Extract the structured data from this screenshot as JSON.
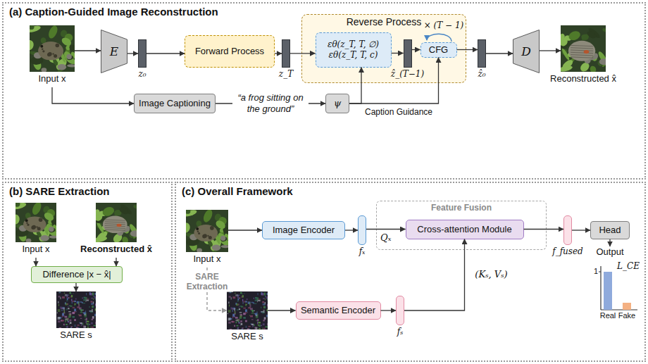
{
  "diagram": {
    "nodes": [
      {
        "text": [
          "(a) Caption-Guided Image Reconstruction"
        ]
      },
      {
        "text": [
          "Input x"
        ],
        "in": 0
      },
      {
        "text": [
          "E"
        ],
        "in": 0
      },
      {
        "text": [
          "z₀"
        ],
        "in": 0
      },
      {
        "text": [
          "Forward Process"
        ],
        "in": 0
      },
      {
        "text": [
          "z_T"
        ],
        "in": 0
      },
      {
        "text": [
          "Reverse Process"
        ],
        "in": 0
      },
      {
        "text": [
          "εθ(z_T, T, ∅)",
          "εθ(z_T, T, c)"
        ],
        "in": 6
      },
      {
        "text": [
          "ẑ_(T−1)"
        ],
        "in": 6
      },
      {
        "text": [
          "CFG"
        ],
        "in": 6
      },
      {
        "text": [
          "ẑ₀"
        ],
        "in": 0
      },
      {
        "text": [
          "D"
        ],
        "in": 0
      },
      {
        "text": [
          "Reconstructed x̂"
        ],
        "in": 0
      },
      {
        "text": [
          "Image Captioning"
        ],
        "in": 0
      },
      {
        "text": [
          "ψ"
        ],
        "in": 0
      },
      {
        "text": [
          "(b) SARE Extraction"
        ]
      },
      {
        "text": [
          "Input x"
        ],
        "in": 15
      },
      {
        "text": [
          "Reconstructed x̂"
        ],
        "in": 15
      },
      {
        "text": [
          "Difference |x − x̂|"
        ],
        "in": 15
      },
      {
        "text": [
          "SARE s"
        ],
        "in": 15
      },
      {
        "text": [
          "(c) Overall Framework"
        ]
      },
      {
        "text": [
          "Input x"
        ],
        "in": 20
      },
      {
        "text": [
          "Image Encoder"
        ],
        "in": 20
      },
      {
        "text": [
          "fₓ"
        ],
        "in": 20
      },
      {
        "text": [
          "Feature Fusion"
        ],
        "in": 20
      },
      {
        "text": [
          "Cross-attention Module"
        ],
        "in": 24
      },
      {
        "text": [
          "f_fused"
        ],
        "in": 20
      },
      {
        "text": [
          "Head"
        ],
        "in": 20
      },
      {
        "text": [
          "Output"
        ],
        "in": 20
      },
      {
        "text": [
          "SARE s"
        ],
        "in": 20
      },
      {
        "text": [
          "Semantic Encoder"
        ],
        "in": 20
      },
      {
        "text": [
          "fₛ"
        ],
        "in": 20
      }
    ],
    "edges": [
      {
        "from": 1,
        "to": 2,
        "arrow": "to"
      },
      {
        "from": 2,
        "to": 3,
        "arrow": "to"
      },
      {
        "from": 3,
        "to": 4,
        "arrow": "to"
      },
      {
        "from": 4,
        "to": 5,
        "arrow": "to"
      },
      {
        "from": 5,
        "to": 7,
        "arrow": "to"
      },
      {
        "from": 7,
        "to": 8,
        "arrow": "to"
      },
      {
        "from": 8,
        "to": 9,
        "arrow": "to"
      },
      {
        "from": 9,
        "to": 10,
        "arrow": "to"
      },
      {
        "from": 10,
        "to": 11,
        "arrow": "to"
      },
      {
        "from": 11,
        "to": 12,
        "arrow": "to"
      },
      {
        "from": 1,
        "to": 13,
        "arrow": "to"
      },
      {
        "from": 13,
        "to": 14,
        "label": "“a frog sitting on the ground”",
        "arrow": "to"
      },
      {
        "from": 14,
        "to": 7,
        "arrow": "to"
      },
      {
        "from": 14,
        "to": 9,
        "arrow": "to"
      },
      {
        "from": 16,
        "to": 18,
        "arrow": "to"
      },
      {
        "from": 17,
        "to": 18,
        "arrow": "to"
      },
      {
        "from": 18,
        "to": 19,
        "arrow": "to"
      },
      {
        "from": 21,
        "to": 22,
        "arrow": "to"
      },
      {
        "from": 22,
        "to": 23,
        "arrow": "to"
      },
      {
        "from": 23,
        "to": 25,
        "label": "Qₓ",
        "arrow": "to"
      },
      {
        "from": 21,
        "to": 29,
        "label": "SARE Extraction",
        "arrow": "to"
      },
      {
        "from": 29,
        "to": 30,
        "arrow": "to"
      },
      {
        "from": 30,
        "to": 31,
        "arrow": "to"
      },
      {
        "from": 31,
        "to": 25,
        "label": "(Kₛ, Vₛ)",
        "arrow": "to"
      },
      {
        "from": 25,
        "to": 26,
        "arrow": "to"
      },
      {
        "from": 26,
        "to": 27,
        "arrow": "to"
      },
      {
        "from": 27,
        "to": 28,
        "arrow": "to"
      }
    ],
    "labels": [
      "× (T − 1)",
      "Caption Guidance",
      "1",
      "Real",
      "Fake",
      "L_CE"
    ]
  }
}
